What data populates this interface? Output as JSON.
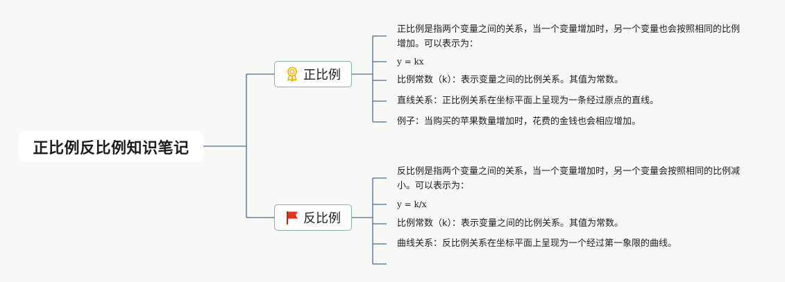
{
  "root": {
    "title": "正比例反比例知识笔记"
  },
  "branches": [
    {
      "label": "正比例",
      "icon": "award-ribbon-icon",
      "leaves": [
        "正比例是指两个变量之间的关系，当一个变量增加时，另一个变量也会按照相同的比例增加。可以表示为：",
        "y = kx",
        "比例常数（k）：表示变量之间的比例关系。其值为常数。",
        "直线关系：正比例关系在坐标平面上呈现为一条经过原点的直线。",
        "例子：当购买的苹果数量增加时，花费的金钱也会相应增加。"
      ]
    },
    {
      "label": "反比例",
      "icon": "red-flag-icon",
      "leaves": [
        "反比例是指两个变量之间的关系，当一个变量增加时，另一个变量会按照相同的比例减小。可以表示为：",
        "y = k/x",
        "比例常数（k）：表示变量之间的比例关系。其值为常数。",
        "曲线关系：反比例关系在坐标平面上呈现为一个经过第一象限的曲线。",
        ""
      ]
    }
  ],
  "colors": {
    "connector": "#4a6a8a",
    "branch_border": "#84b4a4",
    "award_icon": "#f2b705",
    "flag_icon": "#e8301c"
  }
}
